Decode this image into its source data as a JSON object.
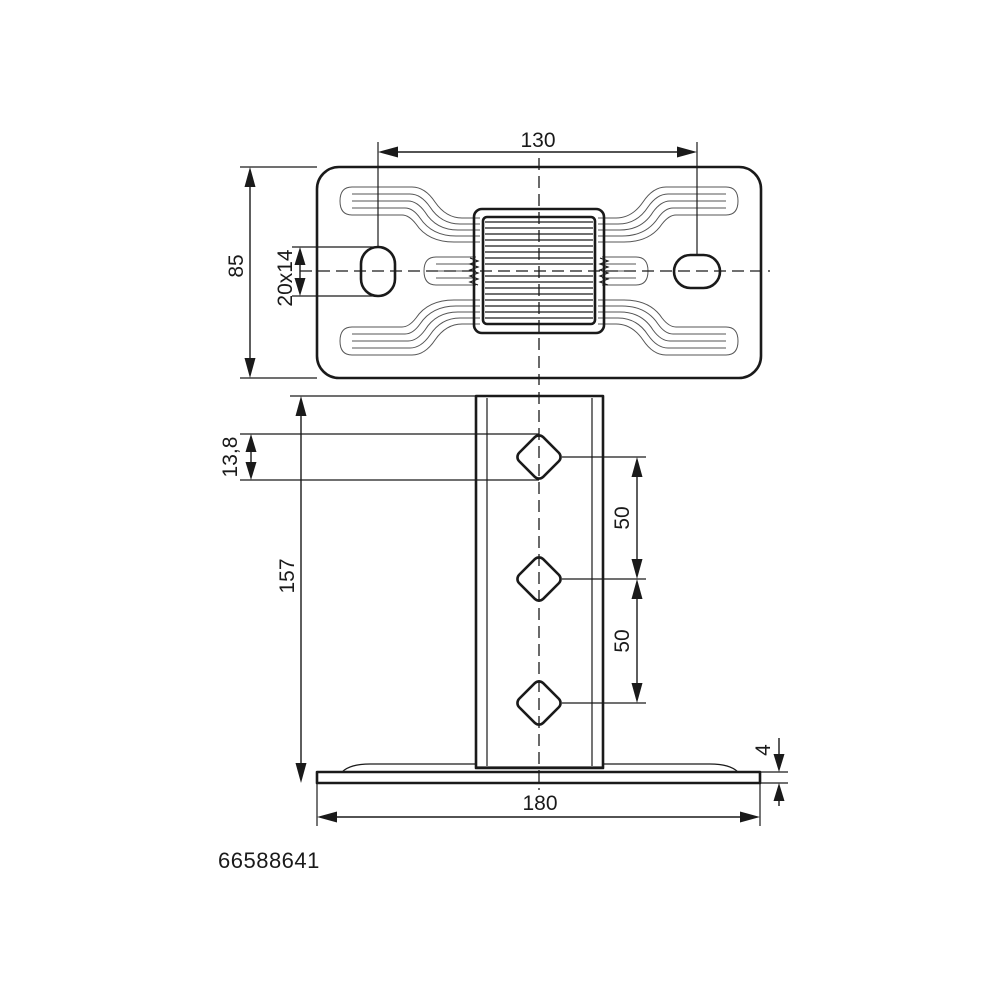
{
  "drawing": {
    "dimensions": {
      "plate_hole_spacing": "130",
      "plate_width": "85",
      "slot_size": "20x14",
      "tube_height": "157",
      "hole_size": "13,8",
      "hole_spacing_upper": "50",
      "hole_spacing_lower": "50",
      "base_length": "180",
      "base_thickness": "4"
    },
    "part_number": "66588641"
  }
}
